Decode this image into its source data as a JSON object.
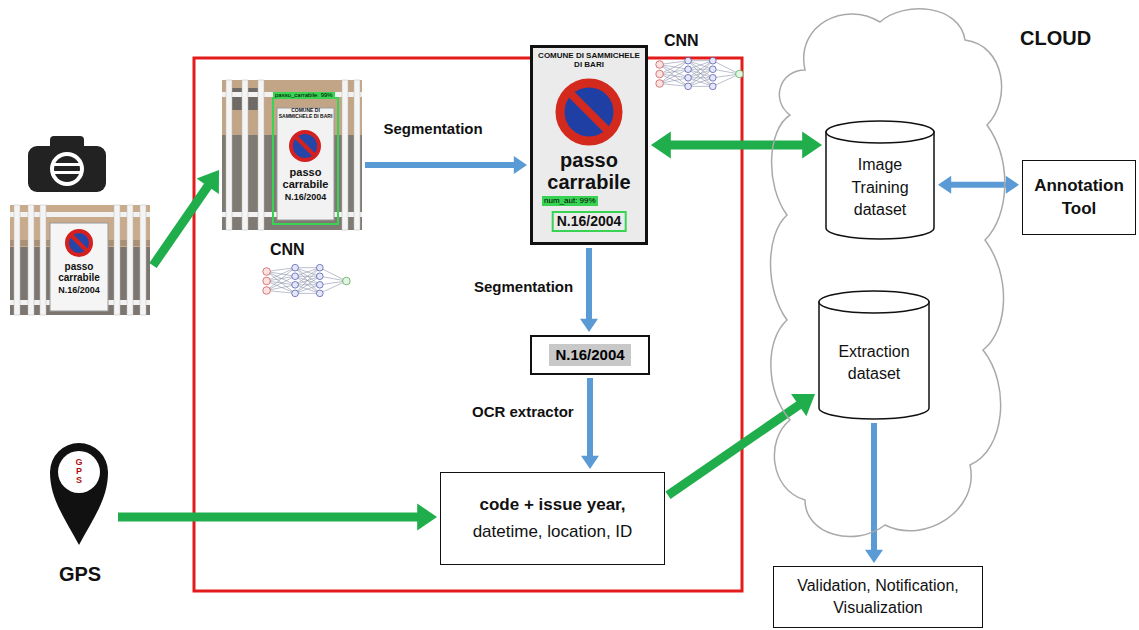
{
  "diagram": {
    "nodes": [
      {
        "text": [
          "passo carrabile",
          "N.16/2004"
        ]
      },
      {
        "text": [
          "passo_carrabile: 99%",
          "COMUNE DI SAMMICHELE DI BARI",
          "passo carrabile",
          "N.16/2004"
        ]
      },
      {
        "text": [
          "COMUNE DI SAMMICHELE DI BARI",
          "passo carrabile",
          "num_aut: 99%",
          "N.16/2004"
        ]
      },
      {
        "text": [
          "N.16/2004"
        ]
      },
      {
        "text": [
          "code + issue year,",
          "datetime, location, ID"
        ]
      },
      {
        "text": [
          "G P S",
          "GPS"
        ]
      },
      {
        "text": [
          "CLOUD"
        ]
      },
      {
        "text": [
          "Image Training dataset"
        ],
        "in": 6
      },
      {
        "text": [
          "Extraction dataset"
        ],
        "in": 6
      },
      {
        "text": [
          "Annotation Tool"
        ]
      },
      {
        "text": [
          "Validation, Notification, Visualization"
        ]
      }
    ],
    "edges": [
      {
        "from": 0,
        "to": 1,
        "arrow": "to"
      },
      {
        "from": 1,
        "to": 2,
        "label": "Segmentation",
        "arrow": "to"
      },
      {
        "from": 2,
        "to": 3,
        "label": "Segmentation",
        "arrow": "to"
      },
      {
        "from": 3,
        "to": 4,
        "label": "OCR extractor",
        "arrow": "to"
      },
      {
        "from": 5,
        "to": 4,
        "arrow": "to"
      },
      {
        "from": 2,
        "to": 7,
        "arrow": "both"
      },
      {
        "from": 7,
        "to": 9,
        "arrow": "both"
      },
      {
        "from": 4,
        "to": 8,
        "arrow": "to"
      },
      {
        "from": 8,
        "to": 10,
        "arrow": "to"
      }
    ],
    "labels": [
      "CNN",
      "CNN"
    ]
  }
}
